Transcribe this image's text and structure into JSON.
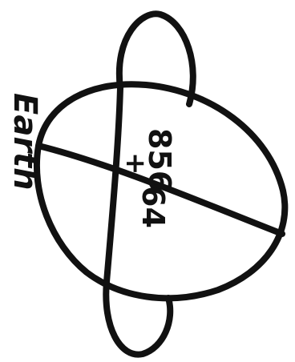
{
  "diagram": {
    "planet_label": "Earth",
    "upper_number": "856",
    "plus_sign": "+",
    "lower_number": "64",
    "ink_color": "#111111",
    "paper_color": "#ffffff"
  }
}
